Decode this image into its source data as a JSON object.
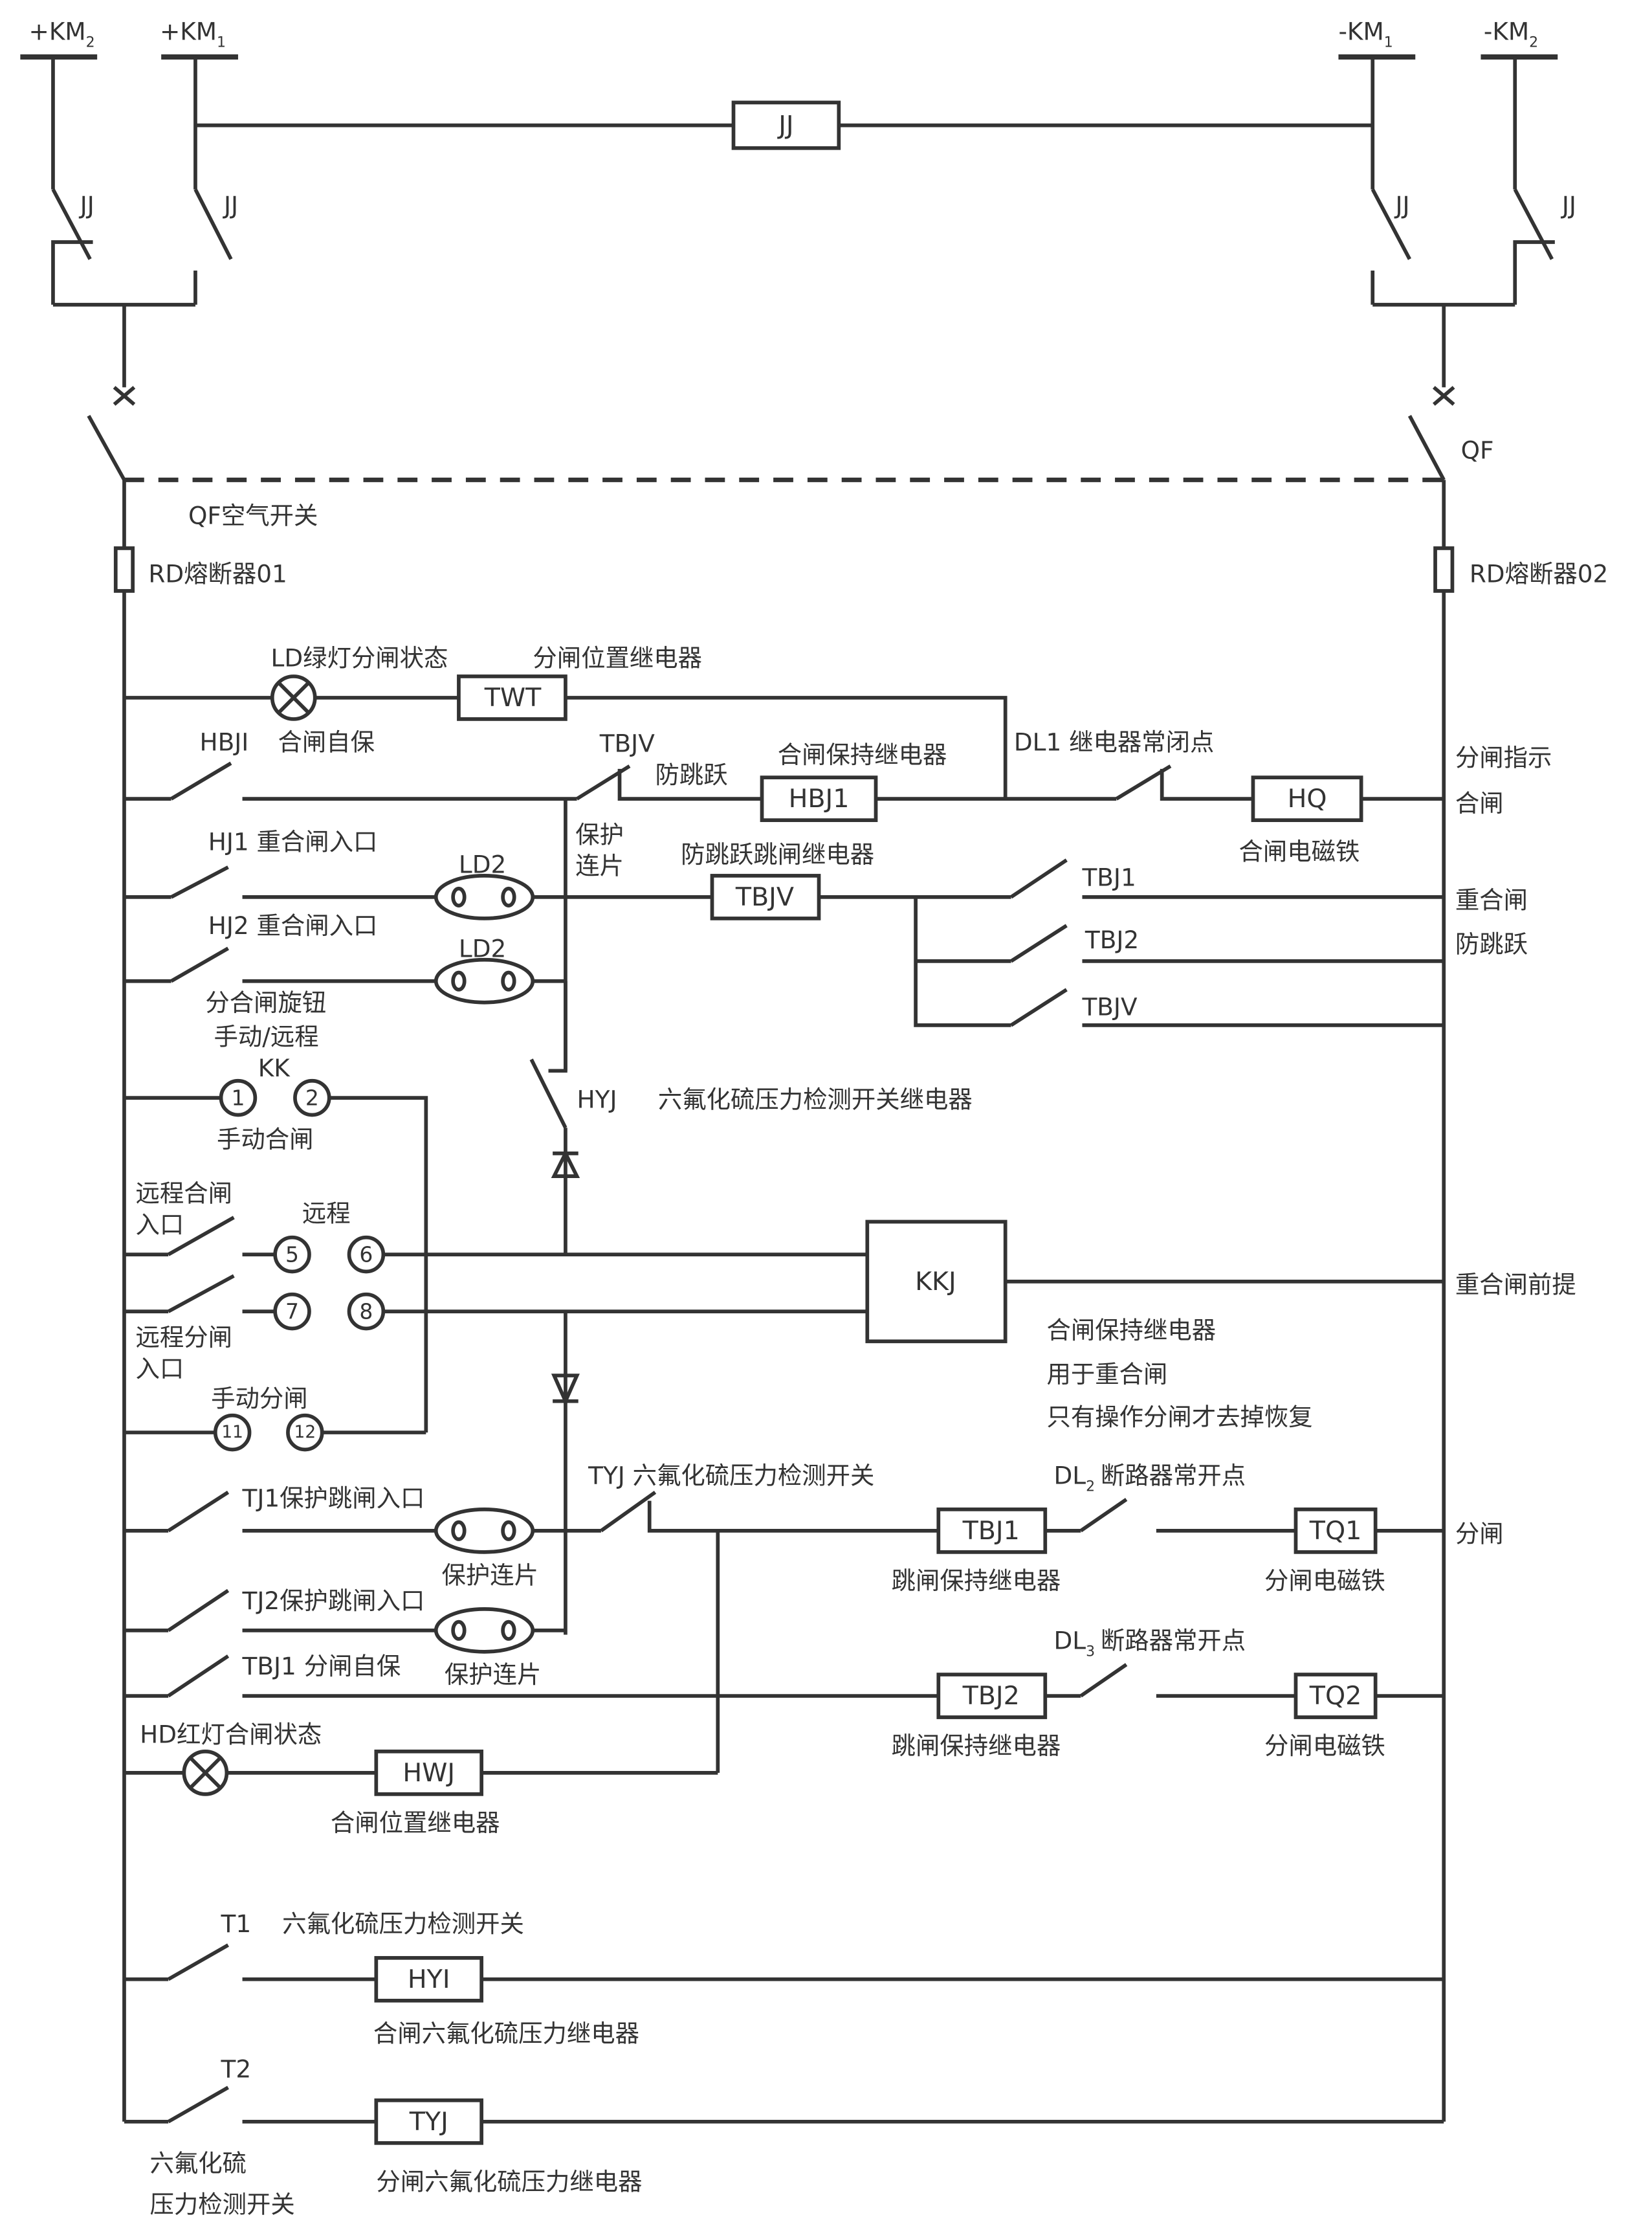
{
  "diagram": {
    "type": "electrical-control-circuit",
    "colors": {
      "line": "#333333",
      "background": "#ffffff"
    },
    "supply": {
      "positive": [
        {
          "label": "+KM",
          "sub": "2"
        },
        {
          "label": "+KM",
          "sub": "1"
        }
      ],
      "negative": [
        {
          "label": "-KM",
          "sub": "1"
        },
        {
          "label": "-KM",
          "sub": "2"
        }
      ],
      "jj_contacts": [
        "JJ",
        "JJ",
        "JJ",
        "JJ"
      ],
      "jj_relay": "JJ",
      "qf": "QF",
      "qf_desc": "QF空气开关",
      "fuse_left": "RD熔断器01",
      "fuse_right": "RD熔断器02"
    },
    "rows": {
      "twt": {
        "lamp": "LD绿灯分闸状态",
        "relay_desc": "分闸位置继电器",
        "relay": "TWT"
      },
      "hbj": {
        "contact": "HBJI",
        "contact_desc": "合闸自保",
        "tbjv": "TBJV",
        "tbjv_desc": "防跳跃",
        "relay_desc": "合闸保持继电器",
        "relay": "HBJ1",
        "dl1": "DL1 继电器常闭点",
        "coil": "HQ",
        "coil_desc": "合闸电磁铁",
        "right_labels": [
          "分闸指示",
          "合闸"
        ]
      },
      "hj1": {
        "contact": "HJ1 重合闸入口",
        "plate": "LD2"
      },
      "hj2": {
        "contact": "HJ2 重合闸入口",
        "plate": "LD2"
      },
      "protect_plate": [
        "保护",
        "连片"
      ],
      "tbjv_relay": {
        "desc": "防跳跃跳闸继电器",
        "relay": "TBJV"
      },
      "tbj_contacts": [
        "TBJ1",
        "TBJ2",
        "TBJV"
      ],
      "tbj_right": [
        "重合闸",
        "防跳跃"
      ],
      "kk": {
        "desc": [
          "分合闸旋钮",
          "手动/远程",
          "KK"
        ],
        "manual_close": "手动合闸",
        "remote": "远程",
        "remote_close": [
          "远程合闸",
          "入口"
        ],
        "remote_open": [
          "远程分闸",
          "入口"
        ],
        "manual_open": "手动分闸",
        "terminals": [
          "1",
          "2",
          "5",
          "6",
          "7",
          "8",
          "11",
          "12"
        ]
      },
      "hyj": {
        "label": "HYJ",
        "desc": "六氟化硫压力检测开关继电器"
      },
      "kkj": {
        "relay": "KKJ",
        "right": "重合闸前提",
        "notes": [
          "合闸保持继电器",
          "用于重合闸",
          "只有操作分闸才去掉恢复"
        ]
      },
      "tj1": {
        "contact": "TJ1保护跳闸入口",
        "plate_desc": "保护连片"
      },
      "tyj": {
        "label": "TYJ 六氟化硫压力检测开关"
      },
      "tbj1_row": {
        "relay": "TBJ1",
        "relay_desc": "跳闸保持继电器",
        "dl": "DL",
        "dl_sub": "2",
        "dl_desc": "断路器常开点",
        "coil": "TQ1",
        "coil_desc": "分闸电磁铁",
        "right": "分闸"
      },
      "tj2": {
        "contact": "TJ2保护跳闸入口",
        "plate_desc": "保护连片"
      },
      "tbj1_self": {
        "contact": "TBJ1  分闸自保"
      },
      "tbj2_row": {
        "relay": "TBJ2",
        "relay_desc": "跳闸保持继电器",
        "dl": "DL",
        "dl_sub": "3",
        "dl_desc": "断路器常开点",
        "coil": "TQ2",
        "coil_desc": "分闸电磁铁"
      },
      "hwj": {
        "lamp": "HD红灯合闸状态",
        "relay": "HWJ",
        "relay_desc": "合闸位置继电器"
      },
      "t1": {
        "contact": "T1",
        "desc": "六氟化硫压力检测开关",
        "relay": "HYI",
        "relay_desc": "合闸六氟化硫压力继电器"
      },
      "t2": {
        "contact": "T2",
        "desc": [
          "六氟化硫",
          "压力检测开关"
        ],
        "relay": "TYJ",
        "relay_desc": "分闸六氟化硫压力继电器"
      }
    }
  }
}
